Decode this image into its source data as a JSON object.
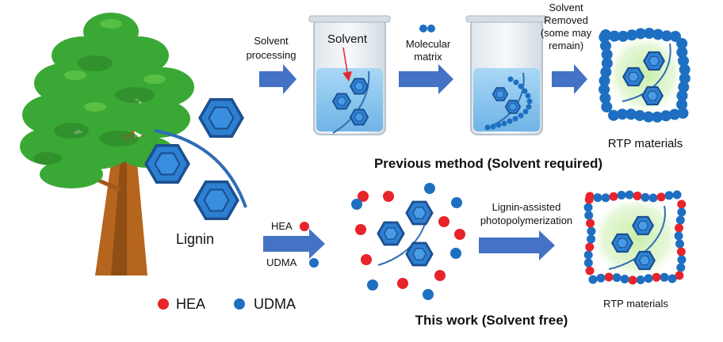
{
  "labels": {
    "solvent_processing_1": "Solvent",
    "solvent_processing_2": "processing",
    "solvent": "Solvent",
    "molecular_matrix_1": "Molecular",
    "molecular_matrix_2": "matrix",
    "solvent_removed_1": "Solvent",
    "solvent_removed_2": "Removed",
    "solvent_removed_3": "(some may",
    "solvent_removed_4": "remain)",
    "rtp_materials_top": "RTP materials",
    "previous_method": "Previous method (Solvent required)",
    "lignin": "Lignin",
    "hea_inline": "HEA",
    "udma_inline": "UDMA",
    "lignin_assisted_1": "Lignin-assisted",
    "lignin_assisted_2": "photopolymerization",
    "rtp_materials_bottom": "RTP materials",
    "legend_hea": "HEA",
    "legend_udma": "UDMA",
    "this_work": "This work (Solvent free)"
  },
  "colors": {
    "hea": "#e8232a",
    "udma": "#1e6fc2",
    "arrow": "#4472c4",
    "hexagon": "#2d7fd1",
    "hexagon_dark": "#1b4f8f",
    "tree_green": "#3aa835",
    "trunk": "#b5651d",
    "glow": "#cdeeb0",
    "water": "#8ec8ee"
  }
}
